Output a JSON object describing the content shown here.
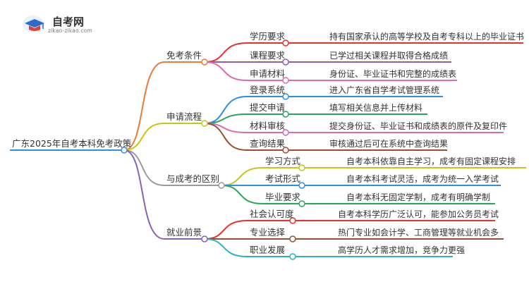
{
  "logo": {
    "name": "自考网",
    "url": "zikao-zikao.com",
    "icon": "graduation-cap-icon"
  },
  "root": {
    "label": "广东2025年自考本科免考政策"
  },
  "branches": [
    {
      "label": "免考条件",
      "color": "#e77c3a",
      "children": [
        {
          "label": "学历要求",
          "detail": "持有国家承认的高等学校及自考专科以上的毕业证书",
          "color": "#e5322e"
        },
        {
          "label": "课程要求",
          "detail": "已学过相关课程并取得合格成绩",
          "color": "#8b5fb8"
        },
        {
          "label": "申请材料",
          "detail": "身份证、毕业证书和完整的成绩表",
          "color": "#d96bb2"
        }
      ]
    },
    {
      "label": "申请流程",
      "color": "#c6c61a",
      "children": [
        {
          "label": "登录系统",
          "detail": "进入广东省自学考试管理系统",
          "color": "#2f8fe6"
        },
        {
          "label": "提交申请",
          "detail": "填写相关信息并上传材料",
          "color": "#2aa65a"
        },
        {
          "label": "材料审核",
          "detail": "提交身份证、毕业证书和成绩表的原件及复印件",
          "color": "#d96bb2"
        },
        {
          "label": "查询结果",
          "detail": "审核通过后可在系统中查询结果",
          "color": "#9c4f30"
        }
      ]
    },
    {
      "label": "与成考的区别",
      "color": "#9a9a9a",
      "children": [
        {
          "label": "学习方式",
          "detail": "自考本科依靠自主学习，成考有固定课程安排",
          "color": "#c6c61a"
        },
        {
          "label": "考试形式",
          "detail": "自考本科考试灵活，成考为统一入学考试",
          "color": "#2f8fe6"
        },
        {
          "label": "毕业要求",
          "detail": "自考本科无固定学制，成考有明确学制",
          "color": "#2aa65a"
        }
      ]
    },
    {
      "label": "就业前景",
      "color": "#8b5fb8",
      "children": [
        {
          "label": "社会认可度",
          "detail": "自考本科学历广泛认可，能参加公务员考试",
          "color": "#e5322e"
        },
        {
          "label": "专业选择",
          "detail": "热门专业如会计学、工商管理等就业机会多",
          "color": "#9c4f30"
        },
        {
          "label": "职业发展",
          "detail": "高学历人才需求增加，竞争力更强",
          "color": "#2ab3c8"
        }
      ]
    }
  ]
}
